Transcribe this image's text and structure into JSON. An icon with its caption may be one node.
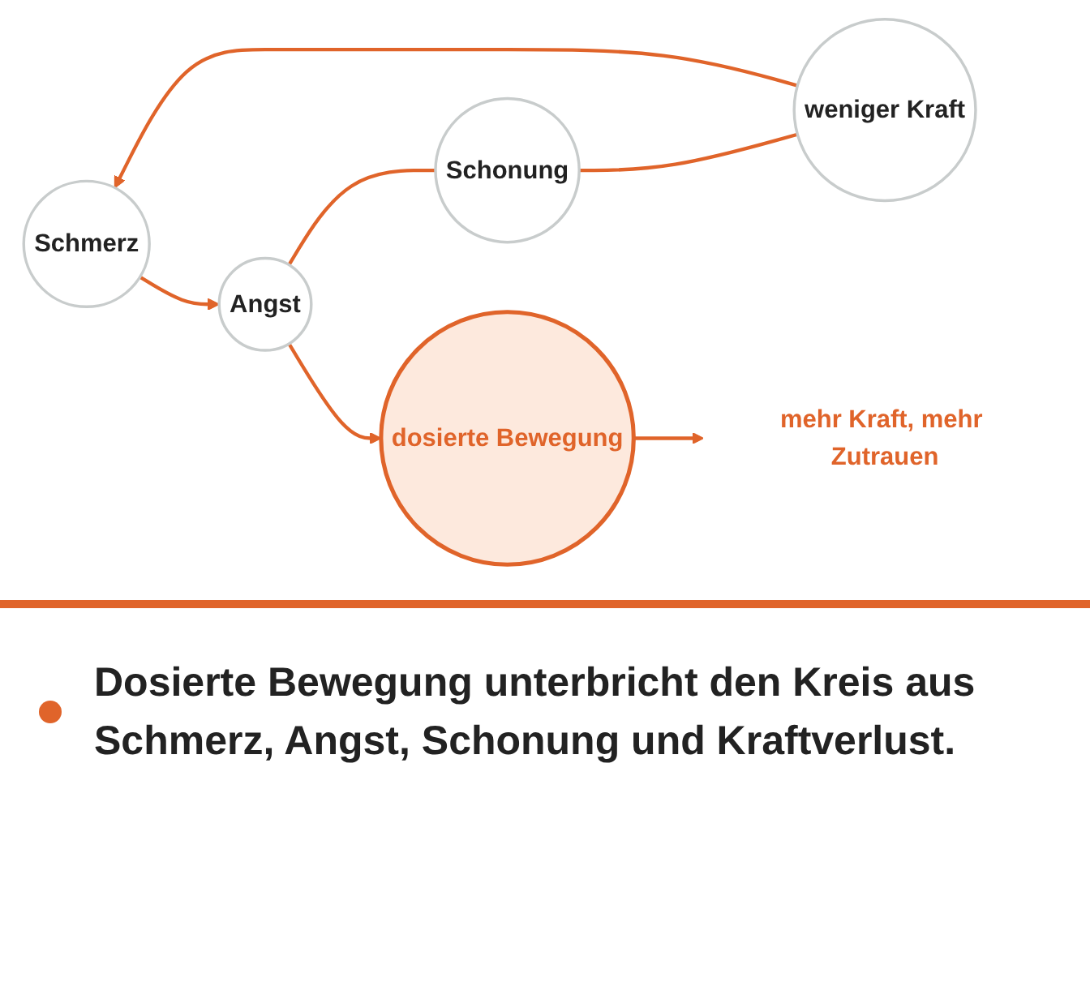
{
  "diagram": {
    "caption": "Dosierte Bewegung unterbricht den Kreis aus Schmerz, Angst, Schonung und Kraftverlust.",
    "nodes": [
      {
        "text": [
          "Schmerz"
        ]
      },
      {
        "text": [
          "Angst"
        ]
      },
      {
        "text": [
          "Schonung"
        ]
      },
      {
        "text": [
          "weniger Kraft"
        ]
      },
      {
        "text": [
          "dosierte Bewegung"
        ]
      },
      {
        "text": [
          "mehr Kraft, mehr Zutrauen"
        ]
      }
    ],
    "edges": [
      {
        "from": 3,
        "to": 0,
        "arrow": "to"
      },
      {
        "from": 0,
        "to": 1,
        "arrow": "to"
      },
      {
        "from": 1,
        "to": 2,
        "arrow": "none"
      },
      {
        "from": 2,
        "to": 3,
        "arrow": "none"
      },
      {
        "from": 1,
        "to": 4,
        "arrow": "to"
      },
      {
        "from": 4,
        "to": 5,
        "arrow": "to"
      }
    ]
  }
}
